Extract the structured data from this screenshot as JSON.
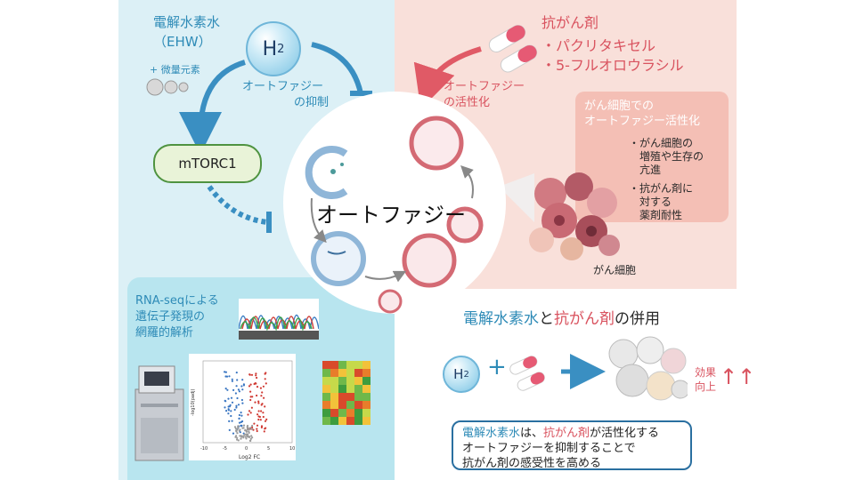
{
  "left": {
    "title": "電解水素水",
    "subtitle": "（EHW）",
    "trace": "+ 微量元素",
    "h2": "H",
    "h2_sub": "2",
    "suppress_label_1": "オートファジー",
    "suppress_label_2": "の抑制",
    "mtorc1": "mTORC1"
  },
  "right": {
    "drug_title": "抗がん剤",
    "drug_1": "・パクリタキセル",
    "drug_2": "・5-フルオロウラシル",
    "activation_1": "オートファジー",
    "activation_2": "の活性化",
    "box_title_1": "がん細胞での",
    "box_title_2": "オートファジー活性化",
    "bullet1_1": "・がん細胞の",
    "bullet1_2": "増殖や生存の",
    "bullet1_3": "亢進",
    "bullet2_1": "・抗がん剤に",
    "bullet2_2": "対する",
    "bullet2_3": "薬剤耐性",
    "cells_label": "がん細胞"
  },
  "center": {
    "title": "オートファジー"
  },
  "rna": {
    "line1": "RNA-seqによる",
    "line2": "遺伝子発現の",
    "line3": "網羅的解析",
    "volcano_xlabel": "Log2 FC",
    "volcano_ylabel": "-log10(padj)",
    "x_ticks": [
      "-10",
      "-5",
      "0",
      "5",
      "10"
    ]
  },
  "combo": {
    "title_part1": "電解水素水",
    "title_part2": "と",
    "title_part3": "抗がん剤",
    "title_part4": "の併用",
    "h2": "H",
    "h2_sub": "2",
    "plus": "+",
    "effect_1": "効果",
    "effect_2": "向上",
    "arrows": "↑↑"
  },
  "summary": {
    "l1_a": "電解水素水",
    "l1_b": "は、",
    "l1_c": "抗がん剤",
    "l1_d": "が活性化する",
    "l2": "オートファジーを抑制することで",
    "l3": "抗がん剤の感受性を高める"
  },
  "colors": {
    "blue": "#2e8bb7",
    "red": "#d9535f",
    "green": "#4f9340",
    "panel_blue": "#dcf0f6",
    "panel_pink": "#f9e0da"
  }
}
